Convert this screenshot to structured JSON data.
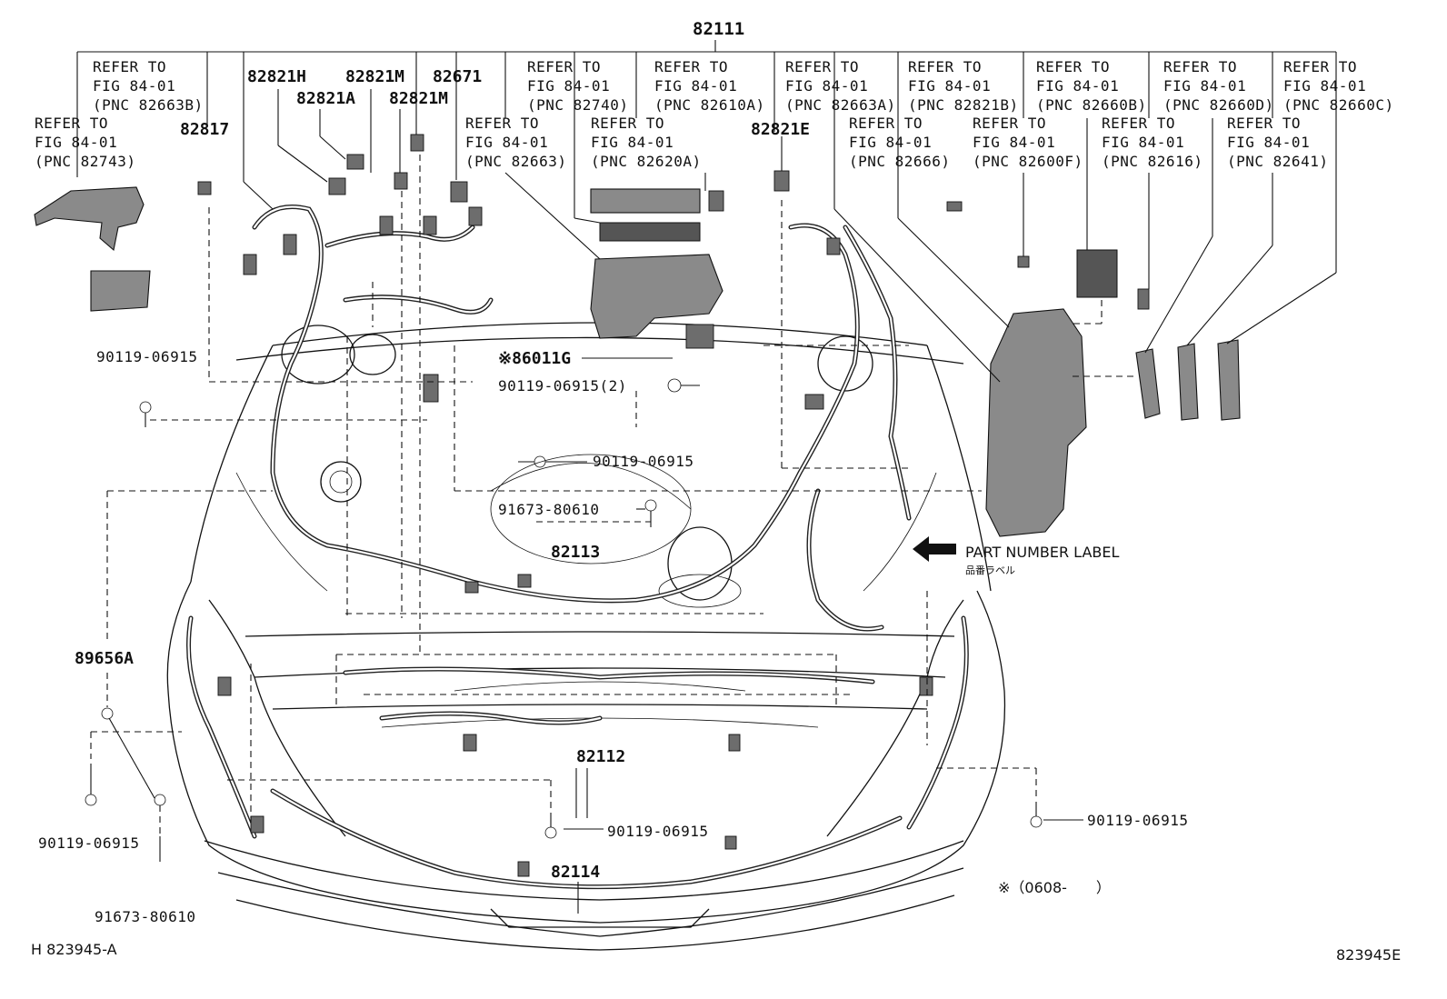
{
  "main_part": "82111",
  "callouts": {
    "ref_82743": {
      "line1": "REFER TO",
      "line2": "FIG 84-01",
      "line3": "(PNC 82743)"
    },
    "ref_82663b": {
      "line1": "REFER TO",
      "line2": "FIG 84-01",
      "line3": "(PNC 82663B)"
    },
    "ref_82663": {
      "line1": "REFER TO",
      "line2": "FIG 84-01",
      "line3": "(PNC 82663)"
    },
    "ref_82740": {
      "line1": "REFER TO",
      "line2": "FIG 84-01",
      "line3": "(PNC 82740)"
    },
    "ref_82620a": {
      "line1": "REFER TO",
      "line2": "FIG 84-01",
      "line3": "(PNC 82620A)"
    },
    "ref_82610a": {
      "line1": "REFER TO",
      "line2": "FIG 84-01",
      "line3": "(PNC 82610A)"
    },
    "ref_82663a": {
      "line1": "REFER TO",
      "line2": "FIG 84-01",
      "line3": "(PNC 82663A)"
    },
    "ref_82666": {
      "line1": "REFER TO",
      "line2": "FIG 84-01",
      "line3": "(PNC 82666)"
    },
    "ref_82821b": {
      "line1": "REFER TO",
      "line2": "FIG 84-01",
      "line3": "(PNC 82821B)"
    },
    "ref_82600f": {
      "line1": "REFER TO",
      "line2": "FIG 84-01",
      "line3": "(PNC 82600F)"
    },
    "ref_82660b": {
      "line1": "REFER TO",
      "line2": "FIG 84-01",
      "line3": "(PNC 82660B)"
    },
    "ref_82616": {
      "line1": "REFER TO",
      "line2": "FIG 84-01",
      "line3": "(PNC 82616)"
    },
    "ref_82660d": {
      "line1": "REFER TO",
      "line2": "FIG 84-01",
      "line3": "(PNC 82660D)"
    },
    "ref_82641": {
      "line1": "REFER TO",
      "line2": "FIG 84-01",
      "line3": "(PNC 82641)"
    },
    "ref_82660c": {
      "line1": "REFER TO",
      "line2": "FIG 84-01",
      "line3": "(PNC 82660C)"
    }
  },
  "parts": {
    "p82817": "82817",
    "p82821h": "82821H",
    "p82821a": "82821A",
    "p82821m_1": "82821M",
    "p82821m_2": "82821M",
    "p82671": "82671",
    "p82821e": "82821E",
    "p86011g": "※86011G",
    "p90119_2": "90119-06915(2)",
    "p90119_mid": "90119-06915",
    "p90119_left_top": "90119-06915",
    "p91673_mid": "91673-80610",
    "p82113": "82113",
    "p82112": "82112",
    "p89656a": "89656A",
    "p90119_left_bot": "90119-06915",
    "p91673_left": "91673-80610",
    "p90119_bottom_center": "90119-06915",
    "p90119_right": "90119-06915",
    "p82114": "82114"
  },
  "part_number_label": "PART NUMBER LABEL",
  "part_number_label_jp": "品番ラベル",
  "footnote": "※（0608-　　）",
  "diagram_id_left": "H 823945-A",
  "diagram_id_right": "823945E"
}
